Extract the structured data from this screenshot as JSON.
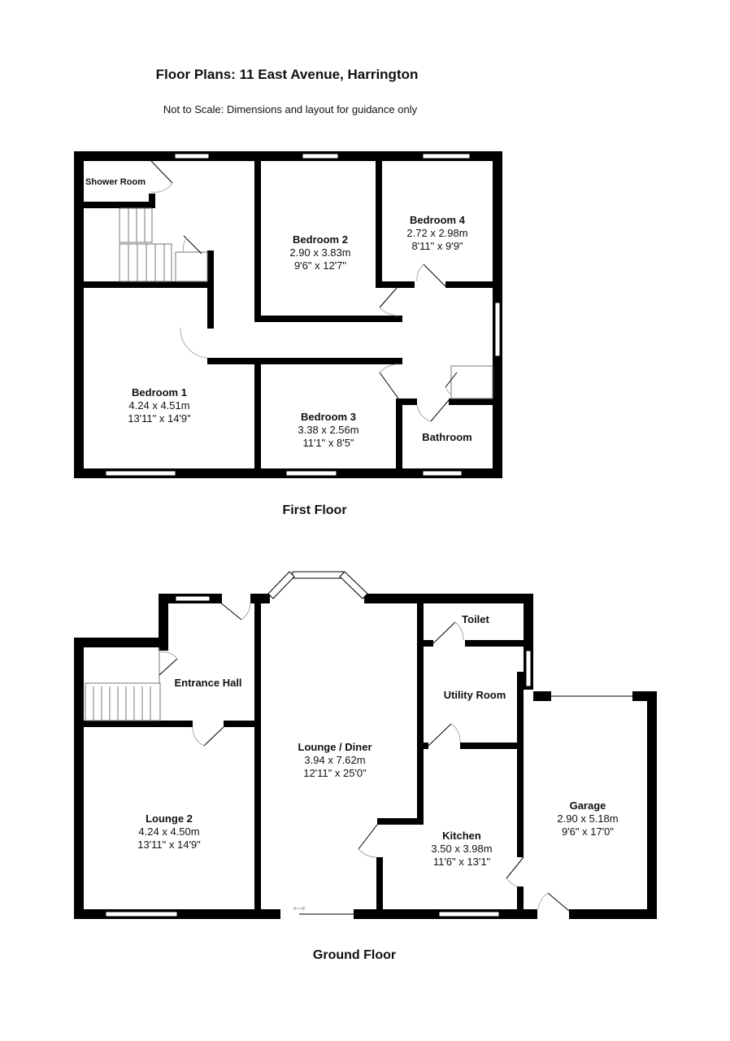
{
  "header": {
    "title": "Floor Plans: 11 East Avenue, Harrington",
    "subtitle": "Not to Scale: Dimensions and layout for guidance only"
  },
  "first_floor": {
    "title": "First Floor",
    "rooms": {
      "shower_room": {
        "name": "Shower Room"
      },
      "bedroom_2": {
        "name": "Bedroom 2",
        "metric": "2.90 x 3.83m",
        "imperial": "9'6\" x 12'7\""
      },
      "bedroom_4": {
        "name": "Bedroom 4",
        "metric": "2.72 x 2.98m",
        "imperial": "8'11\" x 9'9\""
      },
      "bedroom_1": {
        "name": "Bedroom 1",
        "metric": "4.24 x 4.51m",
        "imperial": "13'11\" x 14'9\""
      },
      "bedroom_3": {
        "name": "Bedroom 3",
        "metric": "3.38 x 2.56m",
        "imperial": "11'1\" x 8'5\""
      },
      "bathroom": {
        "name": "Bathroom"
      }
    }
  },
  "ground_floor": {
    "title": "Ground Floor",
    "rooms": {
      "entrance_hall": {
        "name": "Entrance Hall"
      },
      "lounge_diner": {
        "name": "Lounge / Diner",
        "metric": "3.94 x 7.62m",
        "imperial": "12'11\" x 25'0\""
      },
      "toilet": {
        "name": "Toilet"
      },
      "utility_room": {
        "name": "Utility Room"
      },
      "lounge_2": {
        "name": "Lounge 2",
        "metric": "4.24 x 4.50m",
        "imperial": "13'11\" x 14'9\""
      },
      "kitchen": {
        "name": "Kitchen",
        "metric": "3.50 x 3.98m",
        "imperial": "11'6\" x 13'1\""
      },
      "garage": {
        "name": "Garage",
        "metric": "2.90 x 5.18m",
        "imperial": "9'6\" x 17'0\""
      }
    }
  },
  "colors": {
    "wall": "#000000",
    "background": "#ffffff",
    "door_arc": "#aaaaaa"
  }
}
